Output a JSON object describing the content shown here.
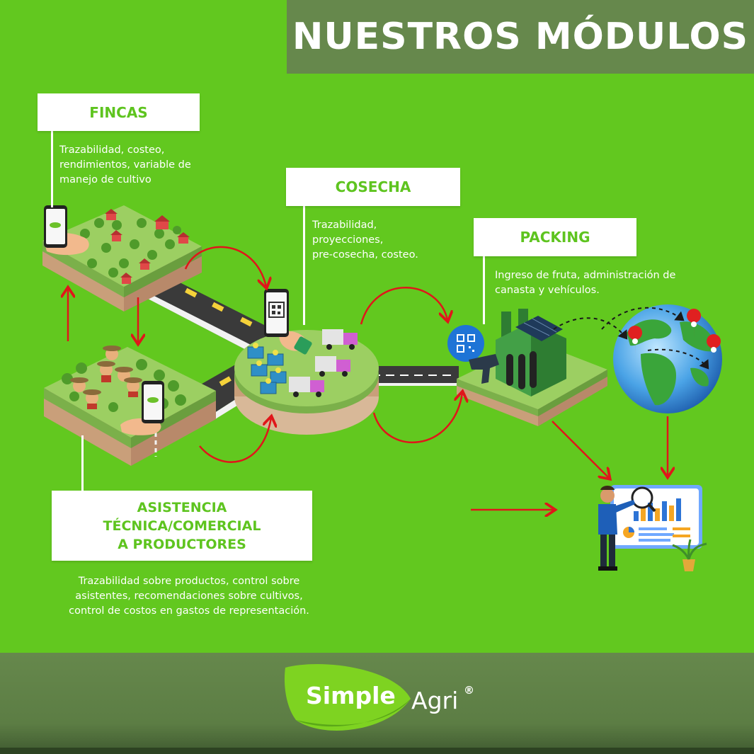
{
  "header": {
    "title": "NUESTROS MÓDULOS"
  },
  "modules": {
    "fincas": {
      "title": "FINCAS",
      "description": [
        "Trazabilidad, costeo,",
        "rendimientos, variable de",
        "manejo de cultivo"
      ]
    },
    "cosecha": {
      "title": "COSECHA",
      "description": [
        "Trazabilidad,",
        "proyecciones,",
        "pre-cosecha, costeo."
      ]
    },
    "packing": {
      "title": "PACKING",
      "description": [
        "Ingreso de fruta, administración de",
        "canasta y vehículos."
      ]
    },
    "asistencia": {
      "title": [
        "ASISTENCIA",
        "TÉCNICA/COMERCIAL",
        "A PRODUCTORES"
      ],
      "description": [
        "Trazabilidad sobre productos, control sobre",
        "asistentes, recomendaciones sobre cultivos,",
        "control de costos en gastos de representación."
      ]
    }
  },
  "footer": {
    "brand_bold": "Simple",
    "brand_regular": "Agri",
    "registered": "®"
  },
  "colors": {
    "background": "#62c81f",
    "banner": "#66884c",
    "accent_text": "#5ec41f",
    "arrows": "#e0161a",
    "trucks": "#d05fd2",
    "houses": "#e04848"
  },
  "icons": [
    "smartphone-icon",
    "hand-icon",
    "house-icon",
    "tree-icon",
    "farmer-icon",
    "truck-icon",
    "crate-icon",
    "qr-code-icon",
    "barcode-scanner-icon",
    "factory-icon",
    "solar-panel-icon",
    "globe-icon",
    "location-pin-icon",
    "analyst-icon",
    "dashboard-chart-icon",
    "plant-pot-icon",
    "leaf-logo-icon"
  ]
}
